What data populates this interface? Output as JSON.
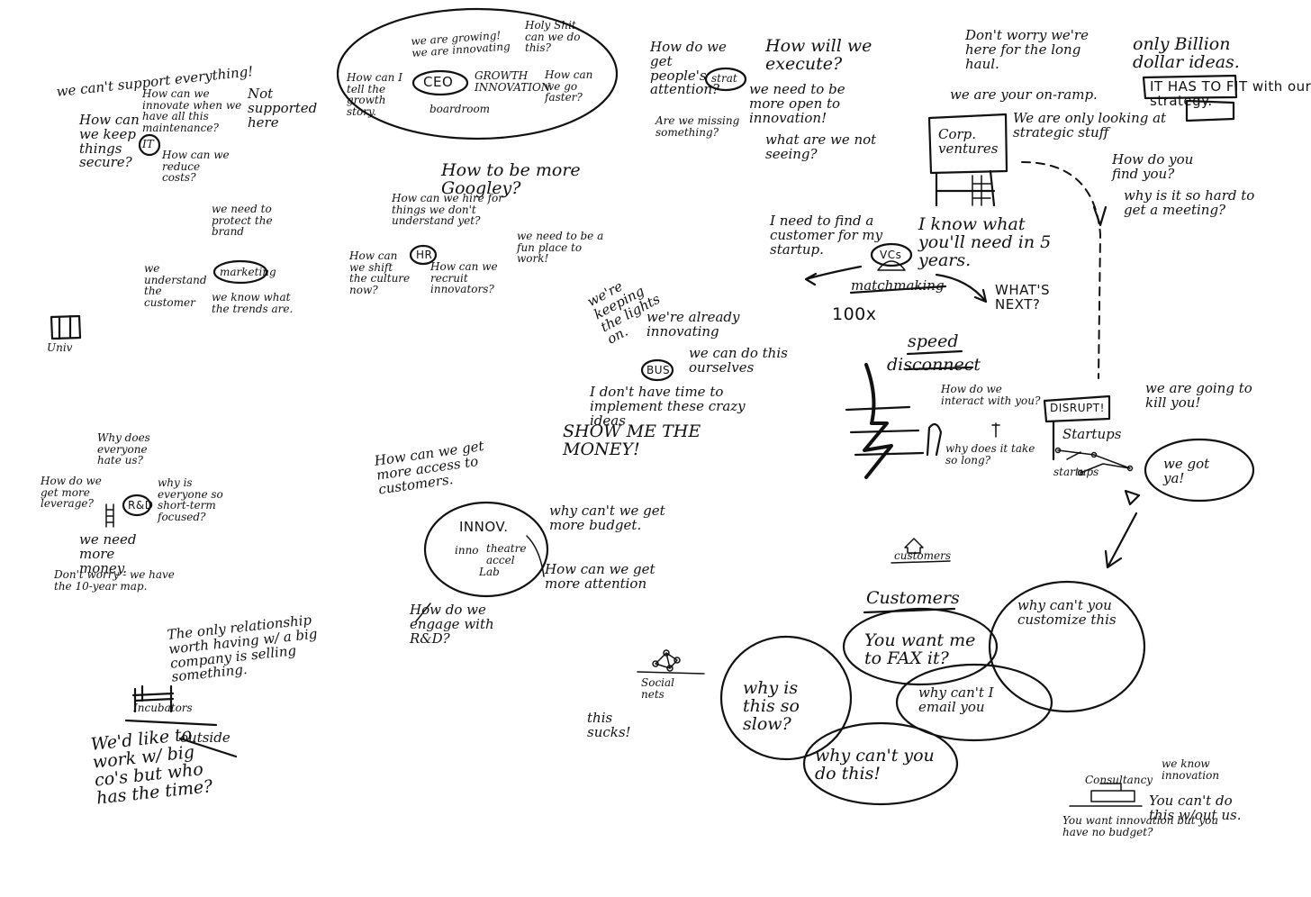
{
  "it_cluster": {
    "q1": "we can't support everything!",
    "q2": "How can we innovate when we have all this maintenance?",
    "q3": "How can we keep things secure?",
    "badge": "IT",
    "q4": "How can we reduce costs?",
    "note": "Not supported here"
  },
  "ceo_cluster": {
    "q1": "we are growing! we are innovating",
    "q2": "Holy Shit can we do this?",
    "q3": "How can I tell the growth story.",
    "badge": "CEO",
    "q4": "GROWTH INNOVATION",
    "q5": "How can we go faster?",
    "q6": "boardroom"
  },
  "strat_cluster": {
    "q1": "How do we get people's attention?",
    "badge": "strat",
    "q2": "How will we execute?",
    "q3": "we need to be more open to innovation!",
    "q4": "Are we missing something?",
    "q5": "what are we not seeing?"
  },
  "corp_ventures": {
    "q1": "Don't worry we're here for the long haul.",
    "q2": "only Billion dollar ideas.",
    "q3": "we are your on-ramp.",
    "fit_box": "IT HAS TO FIT with our strategy.",
    "q4": "We are only looking at strategic stuff",
    "label": "Corp. ventures",
    "q5": "How do you find you?",
    "q6": "why is it so hard to get a meeting?"
  },
  "marketing_cluster": {
    "q1": "we need to protect the brand",
    "q2": "we understand the customer",
    "badge": "marketing",
    "q3": "we know what the trends are."
  },
  "hr_cluster": {
    "q1": "How to be more Googley?",
    "q2": "How can we hire for things we don't understand yet?",
    "q3": "How can we shift the culture now?",
    "badge": "HR",
    "q4": "How can we recruit innovators?",
    "q5": "we need to be a fun place to work!"
  },
  "vc_cluster": {
    "q1": "I need to find a customer for my startup.",
    "badge": "VCs",
    "q2": "I know what you'll need in 5 years.",
    "q3": "matchmaking",
    "q4": "100x",
    "q5": "WHAT'S NEXT?"
  },
  "univ": {
    "label": "Univ"
  },
  "bus_cluster": {
    "q1": "we're keeping the lights on.",
    "q2": "we're already innovating",
    "badge": "BUS",
    "q3": "we can do this ourselves",
    "q4": "I don't have time to implement these crazy ideas",
    "q5": "SHOW ME THE MONEY!"
  },
  "speed_cluster": {
    "speed": "speed",
    "disconnect": "disconnect",
    "q1": "How do we interact with you?",
    "sign": "DISRUPT!",
    "q2": "we are going to kill you!",
    "startups": "Startups",
    "q3": "why does it take so long?",
    "startups2": "startups",
    "q4": "we got ya!"
  },
  "rd_cluster": {
    "q1": "Why does everyone hate us?",
    "q2": "How do we get more leverage?",
    "badge": "R&D",
    "q3": "why is everyone so short-term focused?",
    "q4": "we need more money.",
    "q5": "Don't worry - we have the 10-year map."
  },
  "innov_cluster": {
    "q1": "How can we get more access to customers.",
    "badge": "INNOV.",
    "inner1": "inno",
    "inner2": "theatre",
    "inner3": "accel",
    "inner4": "Lab",
    "q2": "why can't we get more budget.",
    "q3": "How can we get more attention",
    "q4": "How do we engage with R&D?"
  },
  "incubator_cluster": {
    "q1": "The only relationship worth having w/ a big company is selling something.",
    "label": "Incubators",
    "outside": "outside",
    "q2": "We'd like to work w/ big co's but who has the time?"
  },
  "social": {
    "label": "Social nets",
    "q1": "this sucks!"
  },
  "customers_cluster": {
    "small": "customers",
    "label": "Customers",
    "b1": "You want me to FAX it?",
    "b2": "why can't you customize this",
    "b3": "why is this so slow?",
    "b4": "why can't I email you",
    "b5": "why can't you do this!"
  },
  "consultancy_cluster": {
    "label": "Consultancy",
    "q1": "we know innovation",
    "q2": "You can't do this w/out us.",
    "q3": "You want innovation but you have no budget?"
  },
  "colors": {
    "ink": "#111111",
    "paper": "#ffffff"
  }
}
